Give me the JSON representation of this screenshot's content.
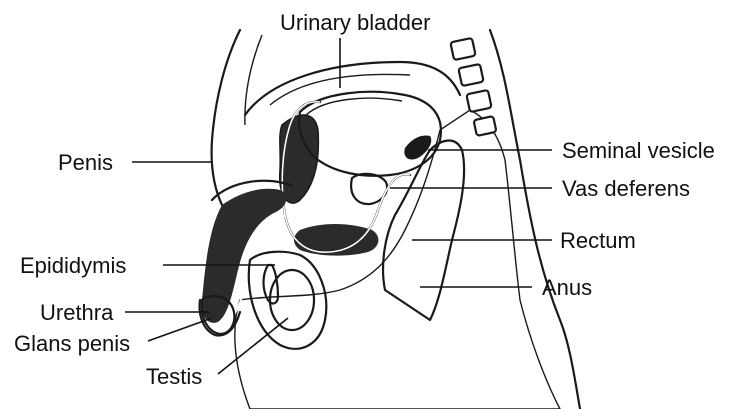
{
  "colors": {
    "ink": "#111111",
    "dark_tissue": "#2b2b2b",
    "stipple": "#bfbfbf",
    "background": "#ffffff"
  },
  "labels": {
    "urinary_bladder": "Urinary bladder",
    "penis": "Penis",
    "seminal_vesicle": "Seminal vesicle",
    "vas_deferens": "Vas deferens",
    "rectum": "Rectum",
    "epididymis": "Epididymis",
    "anus": "Anus",
    "urethra": "Urethra",
    "glans_penis": "Glans penis",
    "testis": "Testis"
  }
}
